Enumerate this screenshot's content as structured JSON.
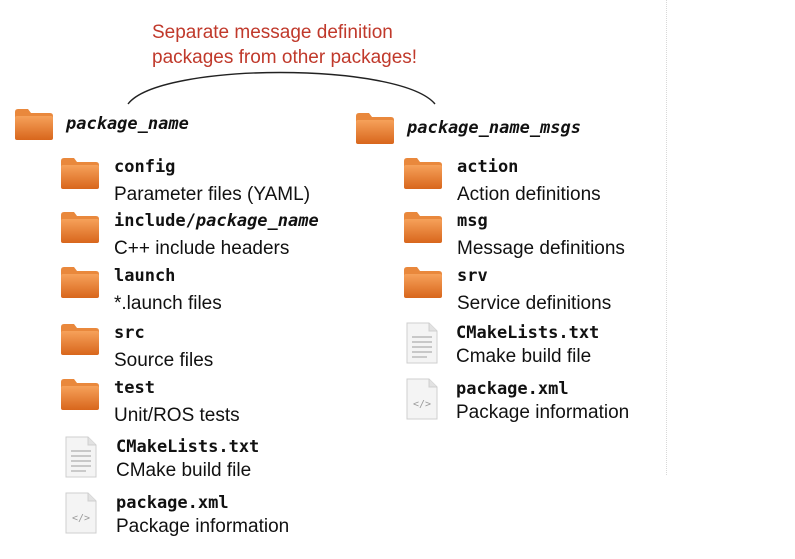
{
  "note": {
    "line1": "Separate message definition",
    "line2": "packages from other packages!"
  },
  "left": {
    "root": "package_name",
    "items": [
      {
        "type": "folder",
        "title": "config",
        "desc": "Parameter files (YAML)"
      },
      {
        "type": "folder",
        "title_prefix": "include/",
        "title_italic": "package_name",
        "desc": "C++ include headers"
      },
      {
        "type": "folder",
        "title": "launch",
        "desc": "*.launch files"
      },
      {
        "type": "folder",
        "title": "src",
        "desc": "Source files"
      },
      {
        "type": "folder",
        "title": "test",
        "desc": "Unit/ROS tests"
      },
      {
        "type": "text-file",
        "title": "CMakeLists.txt",
        "desc": "CMake build file"
      },
      {
        "type": "xml-file",
        "title": "package.xml",
        "desc": "Package information",
        "icon_glyph": "</>"
      }
    ]
  },
  "right": {
    "root": "package_name_msgs",
    "items": [
      {
        "type": "folder",
        "title": "action",
        "desc": "Action definitions"
      },
      {
        "type": "folder",
        "title": "msg",
        "desc": "Message definitions"
      },
      {
        "type": "folder",
        "title": "srv",
        "desc": "Service definitions"
      },
      {
        "type": "text-file",
        "title": "CMakeLists.txt",
        "desc": "Cmake build file"
      },
      {
        "type": "xml-file",
        "title": "package.xml",
        "desc": "Package information",
        "icon_glyph": "</>"
      }
    ]
  },
  "colors": {
    "note": "#c0392b",
    "folder_top": "#f6a15a",
    "folder_bottom": "#d8661c",
    "folder_tab": "#e9883c"
  }
}
